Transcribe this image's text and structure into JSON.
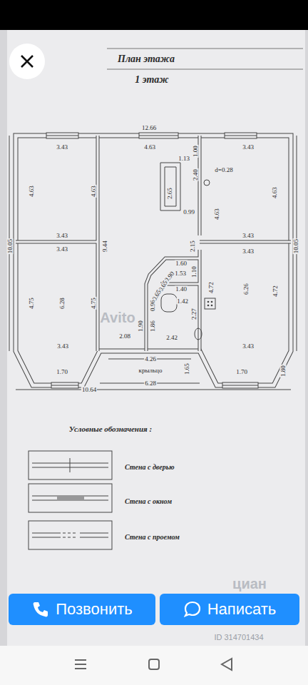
{
  "diagram": {
    "title": "План этажа",
    "nodes": [
      {
        "text": [
          "Позвонить"
        ]
      },
      {
        "text": [
          "Написать"
        ]
      }
    ],
    "labels": [
      "1 этаж",
      "12.66",
      "3.43",
      "4.63",
      "3.43",
      "1.13",
      "1.00",
      "2.40",
      "d=0.28",
      "2.65",
      "0.99",
      "4.63",
      "4.63",
      "4.63",
      "4.63",
      "10.05",
      "10.05",
      "3.43",
      "3.43",
      "9.44",
      "2.15",
      "3.43",
      "3.43",
      "1.60",
      "1.53",
      "1.10",
      "0.90",
      "0.65",
      "0.65",
      "1.40",
      "1.42",
      "0.96",
      "4.72",
      "6.26",
      "4.72",
      "4.75",
      "6.28",
      "4.75",
      "1.90",
      "1.86",
      "2.27",
      "3.43",
      "2.08",
      "2.42",
      "3.43",
      "4.26",
      "крыльцо",
      "6.28",
      "1.65",
      "1.70",
      "1.70",
      "1.80",
      "10.64",
      "Условные обозначения :",
      "Avito",
      "циан",
      "ID 314701434"
    ],
    "legend": [
      {
        "text": "Стена с дверью"
      },
      {
        "text": "Стена с окном"
      },
      {
        "text": "Стена с проемом"
      }
    ]
  }
}
